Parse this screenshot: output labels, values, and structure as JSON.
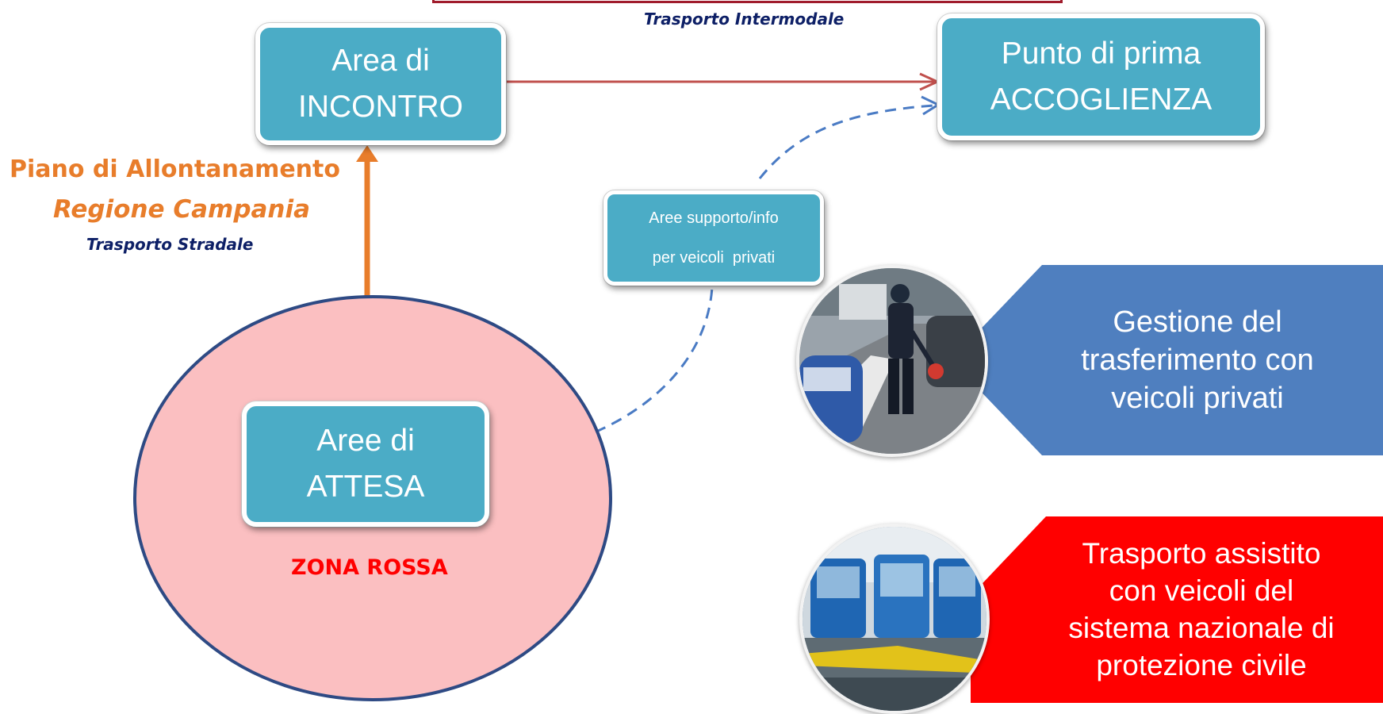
{
  "top_caption": "Trasporto Intermodale",
  "area_incontro": {
    "line1": "Area di",
    "line2": "INCONTRO"
  },
  "punto_accoglienza": {
    "line1": "Punto di prima",
    "line2": "ACCOGLIENZA"
  },
  "piano": {
    "title": "Piano di Allontanamento",
    "region": "Regione Campania",
    "transport": "Trasporto Stradale"
  },
  "aree_supporto": {
    "line1": "Aree supporto/info",
    "line2": "per veicoli  privati"
  },
  "aree_attesa": {
    "line1": "Aree di",
    "line2": "ATTESA"
  },
  "zona_rossa": "ZONA ROSSA",
  "gestione": {
    "line1": "Gestione del",
    "line2": "trasferimento con",
    "line3": "veicoli privati"
  },
  "trasporto_assistito": {
    "line1": "Trasporto assistito",
    "line2": "con veicoli del",
    "line3": "sistema nazionale di",
    "line4": "protezione civile"
  },
  "colors": {
    "box_fill": "#4bacc6",
    "zone_fill": "#fbbfc1",
    "zone_stroke": "#2e4a84",
    "orange": "#e87d2b",
    "navy": "#0d1f66",
    "red_text": "#ff0000",
    "blue_panel": "#4f7fbf",
    "red_panel": "#ff0000",
    "arrow_red": "#c0504d",
    "dash_blue": "#4a7bc4"
  }
}
